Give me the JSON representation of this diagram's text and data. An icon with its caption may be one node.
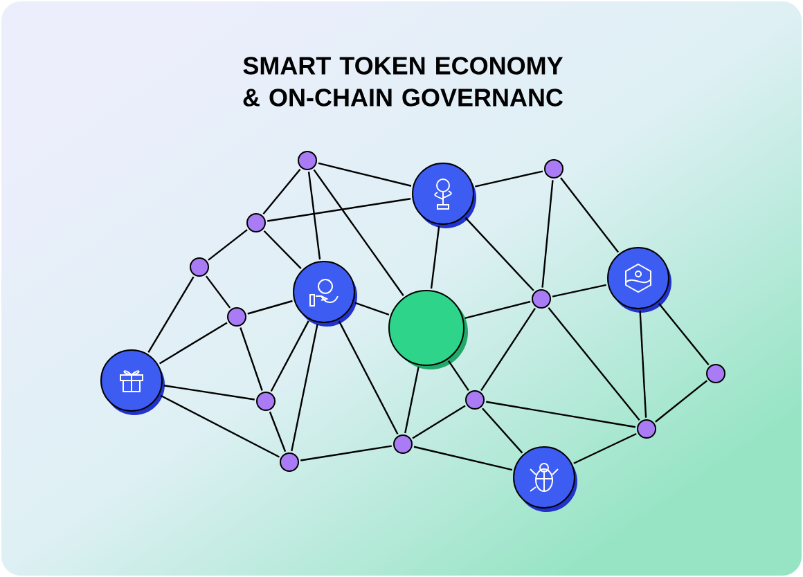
{
  "diagram": {
    "title": "SMART TOKEN ECONOMY & ON-CHAIN GOVERNANC",
    "nodes": [
      {
        "text": [],
        "shape": "circle"
      },
      {
        "text": [],
        "shape": "circle"
      },
      {
        "text": [],
        "shape": "circle"
      },
      {
        "text": [],
        "shape": "circle"
      },
      {
        "text": [],
        "shape": "circle"
      },
      {
        "text": [],
        "shape": "circle"
      },
      {
        "text": [],
        "shape": "circle"
      },
      {
        "text": [],
        "shape": "circle"
      },
      {
        "text": [],
        "shape": "circle"
      },
      {
        "text": [],
        "shape": "circle"
      },
      {
        "text": [],
        "shape": "circle"
      },
      {
        "text": [],
        "shape": "circle"
      },
      {
        "text": [],
        "shape": "circle"
      },
      {
        "text": [],
        "shape": "circle"
      },
      {
        "text": [],
        "shape": "circle"
      },
      {
        "text": [],
        "shape": "circle"
      },
      {
        "text": [],
        "shape": "circle"
      },
      {
        "text": [],
        "shape": "circle"
      }
    ],
    "edges": [
      {
        "from": 0,
        "to": 3,
        "arrow": "none"
      },
      {
        "from": 0,
        "to": 6,
        "arrow": "none"
      },
      {
        "from": 0,
        "to": 9,
        "arrow": "none"
      },
      {
        "from": 0,
        "to": 2,
        "arrow": "none"
      },
      {
        "from": 3,
        "to": 2,
        "arrow": "none"
      },
      {
        "from": 3,
        "to": 6,
        "arrow": "none"
      },
      {
        "from": 3,
        "to": 4,
        "arrow": "none"
      },
      {
        "from": 4,
        "to": 11,
        "arrow": "none"
      },
      {
        "from": 4,
        "to": 8,
        "arrow": "none"
      },
      {
        "from": 8,
        "to": 6,
        "arrow": "none"
      },
      {
        "from": 8,
        "to": 11,
        "arrow": "none"
      },
      {
        "from": 8,
        "to": 13,
        "arrow": "none"
      },
      {
        "from": 11,
        "to": 13,
        "arrow": "none"
      },
      {
        "from": 11,
        "to": 16,
        "arrow": "none"
      },
      {
        "from": 13,
        "to": 6,
        "arrow": "none"
      },
      {
        "from": 13,
        "to": 16,
        "arrow": "none"
      },
      {
        "from": 16,
        "to": 6,
        "arrow": "none"
      },
      {
        "from": 16,
        "to": 15,
        "arrow": "none"
      },
      {
        "from": 6,
        "to": 9,
        "arrow": "none"
      },
      {
        "from": 6,
        "to": 15,
        "arrow": "none"
      },
      {
        "from": 9,
        "to": 15,
        "arrow": "none"
      },
      {
        "from": 2,
        "to": 1,
        "arrow": "none"
      },
      {
        "from": 2,
        "to": 9,
        "arrow": "none"
      },
      {
        "from": 2,
        "to": 7,
        "arrow": "none"
      },
      {
        "from": 1,
        "to": 7,
        "arrow": "none"
      },
      {
        "from": 1,
        "to": 5,
        "arrow": "none"
      },
      {
        "from": 9,
        "to": 7,
        "arrow": "none"
      },
      {
        "from": 9,
        "to": 12,
        "arrow": "none"
      },
      {
        "from": 7,
        "to": 5,
        "arrow": "none"
      },
      {
        "from": 7,
        "to": 12,
        "arrow": "none"
      },
      {
        "from": 7,
        "to": 14,
        "arrow": "none"
      },
      {
        "from": 5,
        "to": 14,
        "arrow": "none"
      },
      {
        "from": 5,
        "to": 10,
        "arrow": "none"
      },
      {
        "from": 10,
        "to": 14,
        "arrow": "none"
      },
      {
        "from": 12,
        "to": 14,
        "arrow": "none"
      },
      {
        "from": 12,
        "to": 15,
        "arrow": "none"
      },
      {
        "from": 12,
        "to": 17,
        "arrow": "none"
      },
      {
        "from": 15,
        "to": 17,
        "arrow": "none"
      },
      {
        "from": 17,
        "to": 14,
        "arrow": "none"
      }
    ]
  }
}
